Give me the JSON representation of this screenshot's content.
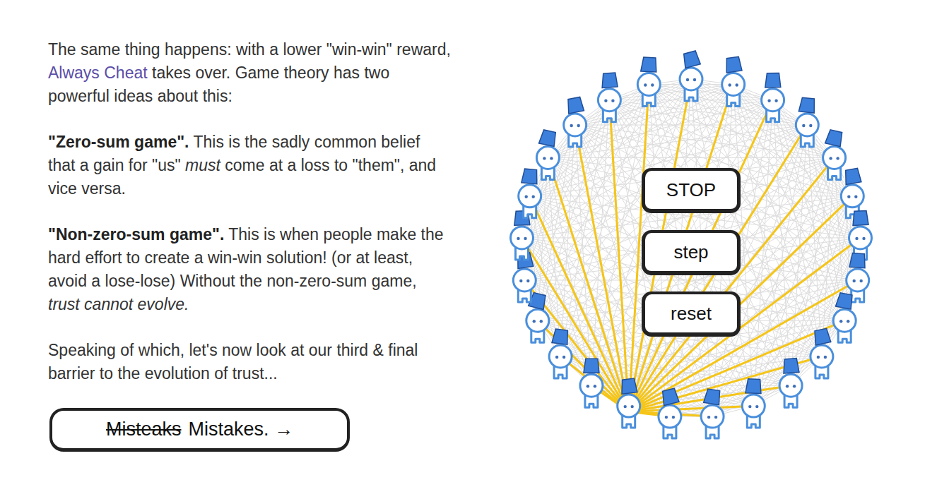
{
  "diagram": {
    "nodes": [
      {
        "text": [
          "Misteaks",
          "Mistakes. →"
        ]
      },
      {
        "text": [
          "STOP"
        ]
      },
      {
        "text": [
          "step"
        ]
      },
      {
        "text": [
          "reset"
        ]
      }
    ],
    "labels": [
      "The same thing happens: with a lower \"win-win\" reward,",
      "Always Cheat",
      "takes over. Game theory has two powerful ideas about this:",
      "\"Zero-sum game\".",
      "This is the sadly common belief that a gain for \"us\"",
      "must",
      "come at a loss to \"them\", and vice versa.",
      "\"Non-zero-sum game\".",
      "This is when people make the hard effort to create a win-win solution! (or at least, avoid a lose-lose) Without the non-zero-sum game,",
      "trust cannot evolve.",
      "Speaking of which, let's now look at our third & final barrier to the evolution of trust..."
    ]
  }
}
